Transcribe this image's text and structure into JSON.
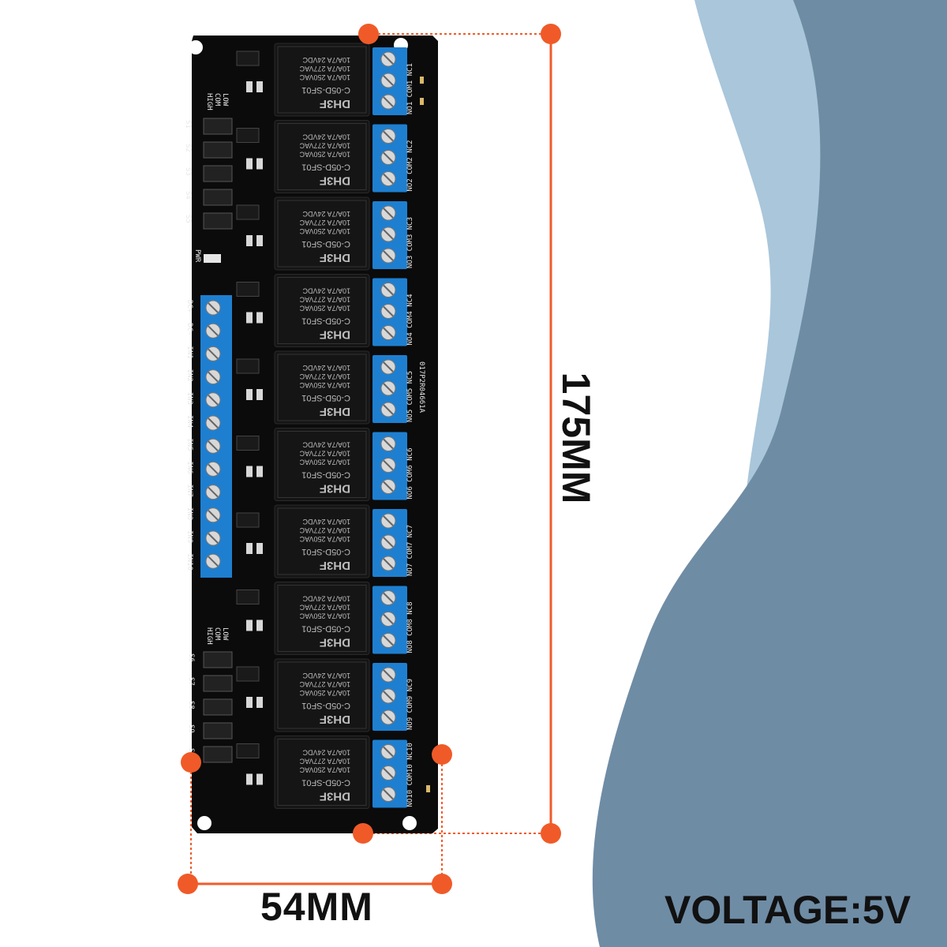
{
  "dimensions": {
    "height_label": "175MM",
    "width_label": "54MM"
  },
  "voltage_label": "VOLTAGE:5V",
  "board": {
    "part_number": "017P2R04661A",
    "relay_count": 10,
    "relay_model": "DH3F",
    "relay_part": "C-05D-SF01",
    "relay_ratings": [
      "10A/7A 250VAC",
      "10A/7A 277VAC",
      "10A/7A 24VDC"
    ],
    "input_labels": [
      "DC+",
      "DC-",
      "IN1",
      "IN2",
      "IN3",
      "IN4",
      "IN5",
      "IN6",
      "IN7",
      "IN8",
      "IN9",
      "IN10"
    ],
    "jumper_labels_top": [
      "S1",
      "S2",
      "S3",
      "S4",
      "S5"
    ],
    "jumper_labels_bottom": [
      "S6",
      "S7",
      "S8",
      "S9",
      "S10"
    ],
    "trigger_labels": [
      "LOW",
      "COM",
      "HIGH"
    ],
    "power_led_label": "PWR",
    "terminal_labels": [
      "NO1 COM1 NC1",
      "NO2 COM2 NC2",
      "NO3 COM3 NC3",
      "NO4 COM4 NC4",
      "NO5 COM5 NC5",
      "NO6 COM6 NC6",
      "NO7 COM7 NC7",
      "NO8 COM8 NC8",
      "NO9 COM9 NC9",
      "NO10 COM10 NC10"
    ]
  },
  "colors": {
    "accent_dot": "#f05a28",
    "dimension_line": "#f05a28",
    "wave_light": "#a9c6db",
    "wave_dark": "#6f8ca5",
    "pcb": "#0b0b0b",
    "terminal": "#1e7fd0",
    "relay_body": "#151515"
  }
}
